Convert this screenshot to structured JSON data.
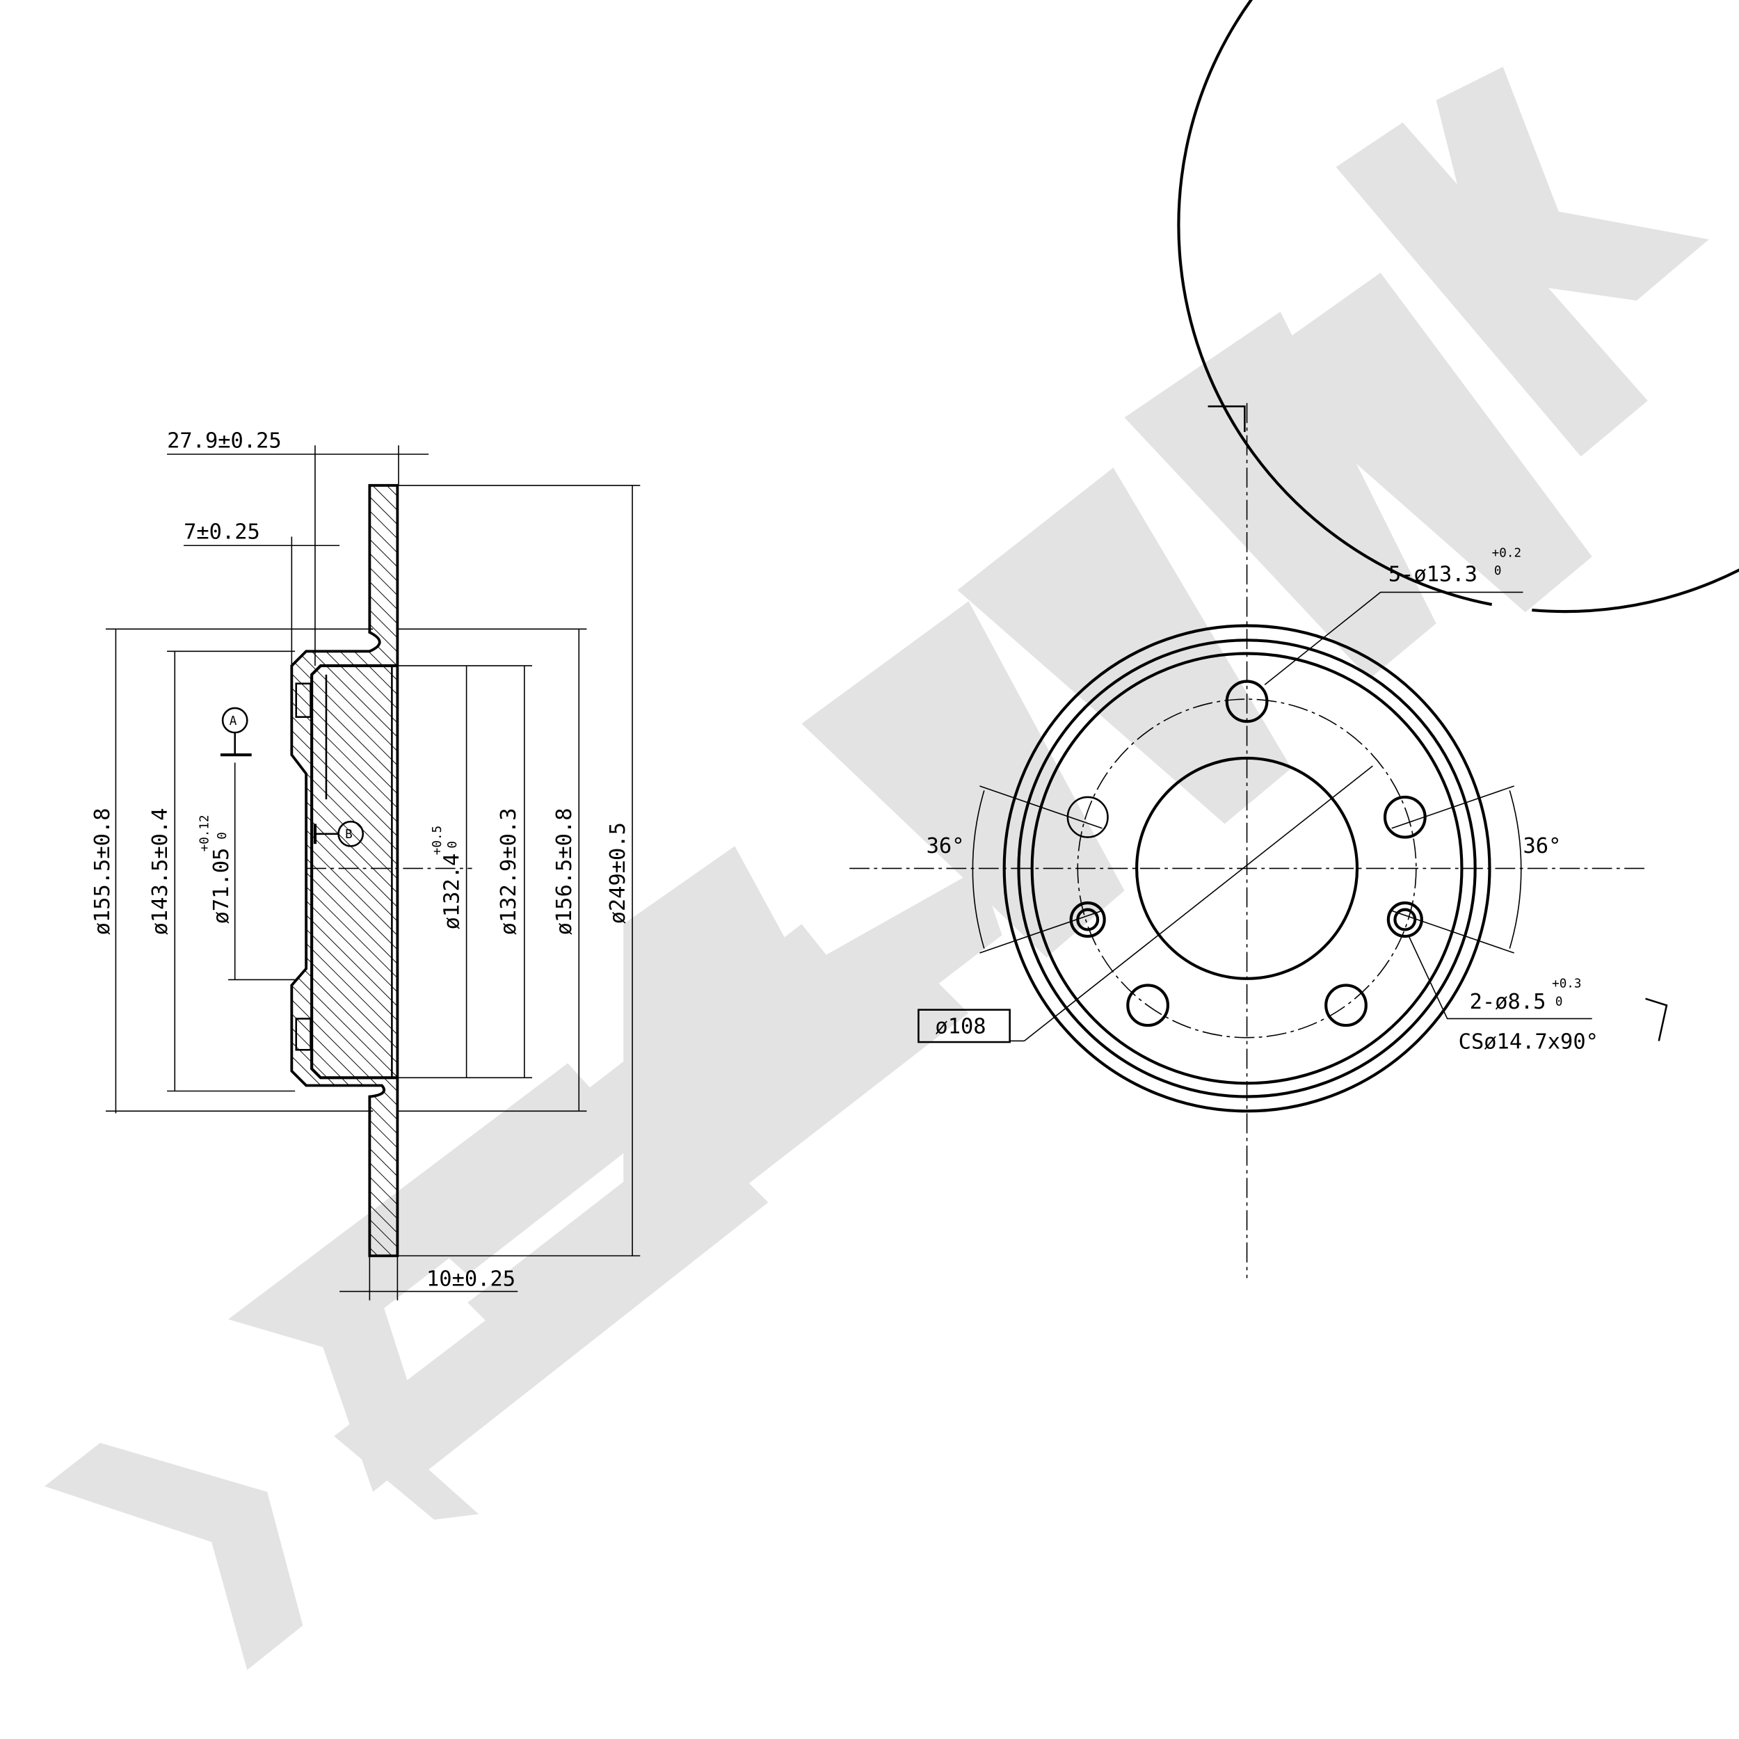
{
  "watermark": {
    "text": "ZENNEK",
    "color": "#e3e3e3"
  },
  "section_view": {
    "dims": {
      "total_height": "27.9±0.25",
      "hat_thickness": "7±0.25",
      "disc_thickness": "10±0.25",
      "d155": "ø155.5±0.8",
      "d143": "ø143.5±0.4",
      "d71": "ø71.05",
      "d71_tol_upper": "+0.12",
      "d71_tol_lower": "0",
      "d132_4": "ø132.4",
      "d132_4_tol_upper": "+0.5",
      "d132_4_tol_lower": "0",
      "d132_9": "ø132.9±0.3",
      "d156": "ø156.5±0.8",
      "d249": "ø249±0.5"
    },
    "datum_a": "A",
    "datum_b": "B"
  },
  "front_view": {
    "holes_label": "5-ø13.3",
    "holes_tol_upper": "+0.2",
    "holes_tol_lower": "0",
    "small_holes_label": "2-ø8.5",
    "small_holes_tol_upper": "+0.3",
    "small_holes_tol_lower": "0",
    "countersink_label": "CSø14.7x90°",
    "pcd_label": "ø108",
    "angle_left": "36°",
    "angle_right": "36°"
  }
}
